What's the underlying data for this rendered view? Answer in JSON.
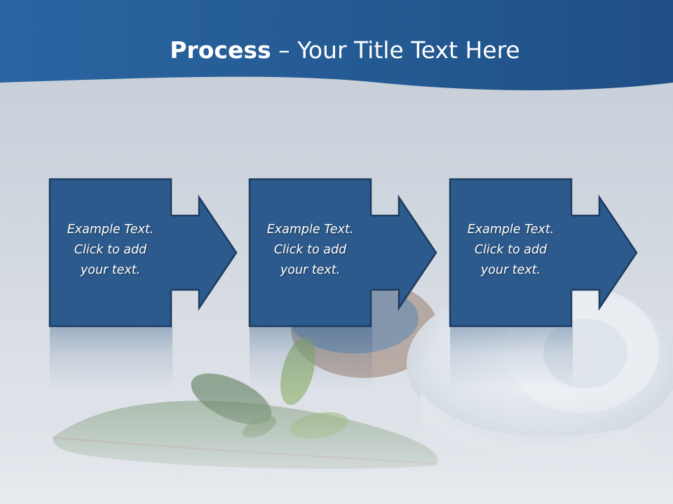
{
  "slide": {
    "title_bold": "Process",
    "title_rest": " – Your Title Text Here"
  },
  "steps": [
    {
      "line1": "Example Text.",
      "line2": "Click  to add",
      "line3": "your text."
    },
    {
      "line1": "Example Text.",
      "line2": "Click  to add",
      "line3": "your text."
    },
    {
      "line1": "Example Text.",
      "line2": "Click  to add",
      "line3": "your text."
    }
  ],
  "colors": {
    "header": "#265d96",
    "box_fill": "#2c5a8c",
    "box_border": "#1c3b60",
    "text": "#ffffff"
  }
}
